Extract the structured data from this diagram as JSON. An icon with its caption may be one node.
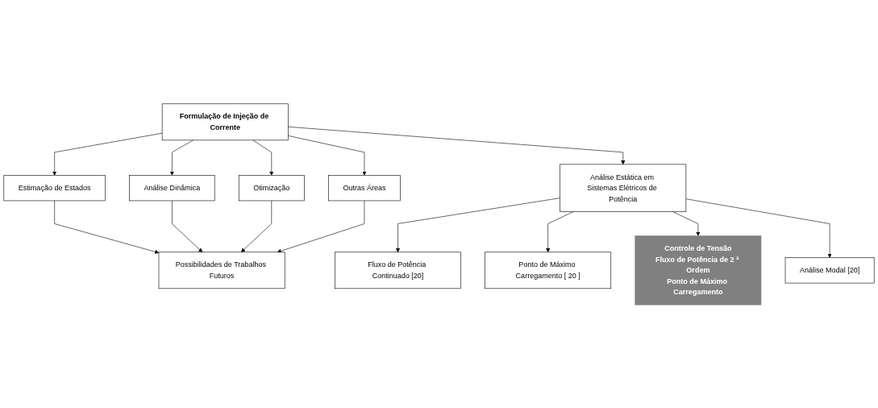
{
  "diagram": {
    "nodes": [
      {
        "text": [
          "Possibilidades de Trabalhos Futuros"
        ]
      },
      {
        "text": [
          "Estimação de Estados"
        ]
      },
      {
        "text": [
          "Análise Dinâmica"
        ]
      },
      {
        "text": [
          "Otimização"
        ]
      },
      {
        "text": [
          "Outras Áreas"
        ]
      },
      {
        "text": [
          "Formulação de Injeção de Corrente"
        ]
      },
      {
        "text": [
          "Análise Estática em Sistemas Elétricos de Potência"
        ]
      },
      {
        "text": [
          "Fluxo de Potência Continuado [20]"
        ]
      },
      {
        "text": [
          "Ponto de Máximo Carregamento [ 20 ]"
        ]
      },
      {
        "text": [
          "Controle de Tensão",
          "Fluxo de Potência de 2 ª Ordem",
          "Ponto de Máximo Carregamento"
        ]
      },
      {
        "text": [
          "Análise Modal [20]"
        ]
      }
    ],
    "edges": [
      {
        "from": 5,
        "to": 1,
        "arrow": "to"
      },
      {
        "from": 5,
        "to": 2,
        "arrow": "to"
      },
      {
        "from": 5,
        "to": 3,
        "arrow": "to"
      },
      {
        "from": 5,
        "to": 4,
        "arrow": "to"
      },
      {
        "from": 1,
        "to": 0,
        "arrow": "to"
      },
      {
        "from": 2,
        "to": 0,
        "arrow": "to"
      },
      {
        "from": 3,
        "to": 0,
        "arrow": "to"
      },
      {
        "from": 4,
        "to": 0,
        "arrow": "to"
      },
      {
        "from": 5,
        "to": 6,
        "arrow": "to"
      },
      {
        "from": 6,
        "to": 7,
        "arrow": "to"
      },
      {
        "from": 6,
        "to": 8,
        "arrow": "to"
      },
      {
        "from": 6,
        "to": 9,
        "arrow": "to"
      },
      {
        "from": 6,
        "to": 10,
        "arrow": "to"
      }
    ]
  }
}
